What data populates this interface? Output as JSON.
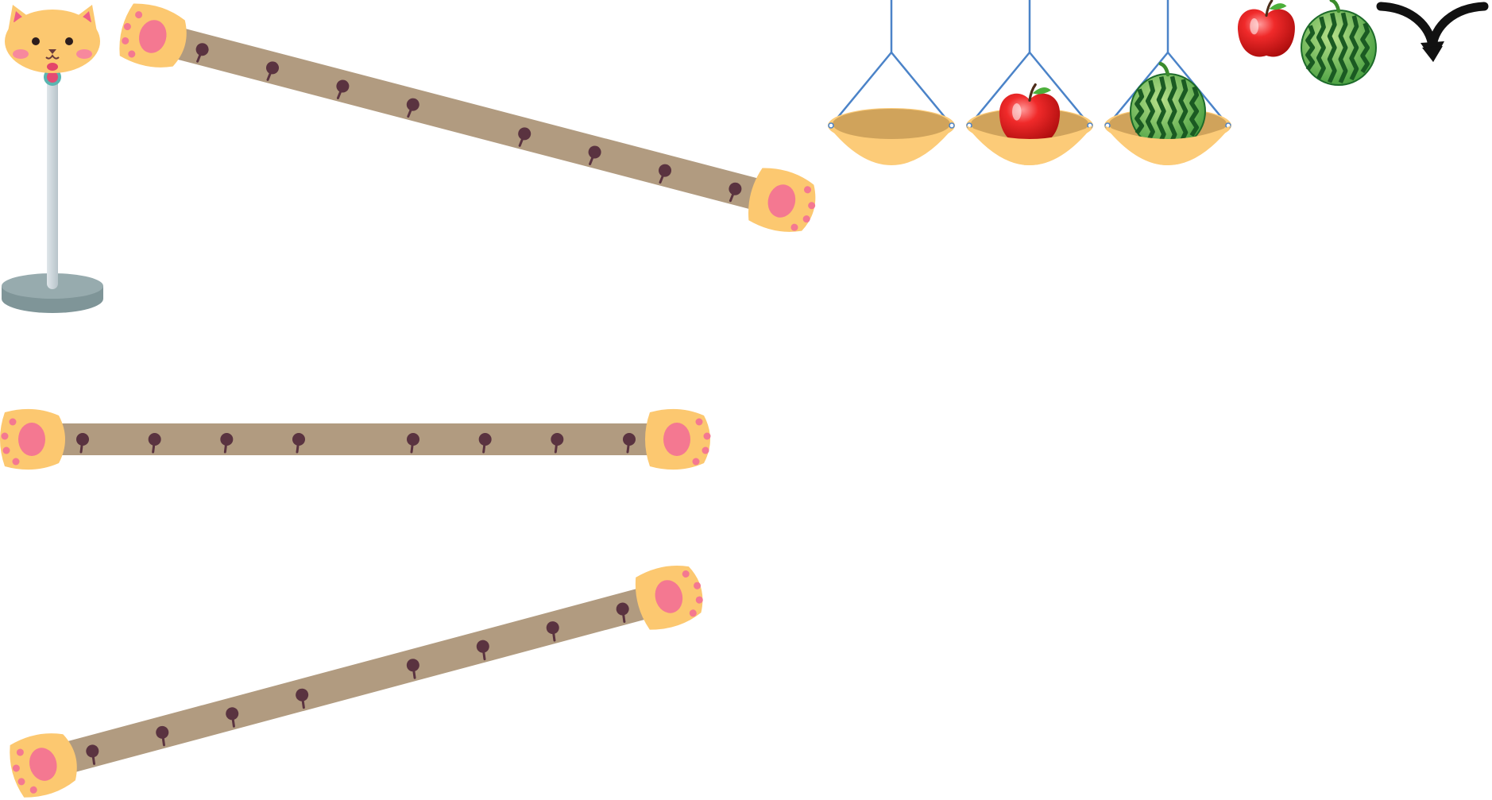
{
  "scene": {
    "type": "balance-beam-asset-sheet",
    "colors": {
      "background": "#ffffff",
      "beam": "#b19b80",
      "peg": "#5a3340",
      "paw": "#fcc870",
      "paw_pad": "#f47891",
      "cat_face": "#fcc870",
      "stand_pole": "#cbd5db",
      "stand_base": "#8ea3a6",
      "pan_outer": "#fccb78",
      "pan_inner": "#d0a35b",
      "strings": "#4b83c8",
      "apple": "#e21b1b",
      "watermelon": "#2e8f3c",
      "arrow": "#111111"
    }
  },
  "beams": [
    {
      "id": "beam-tilted-right-down",
      "tilt": "right-down",
      "pegs_per_side": 4
    },
    {
      "id": "beam-level",
      "tilt": "level",
      "pegs_per_side": 4
    },
    {
      "id": "beam-tilted-left-down",
      "tilt": "left-down",
      "pegs_per_side": 4
    }
  ],
  "pans": [
    {
      "id": "pan-empty",
      "contents": ""
    },
    {
      "id": "pan-apple",
      "contents": "apple"
    },
    {
      "id": "pan-watermelon",
      "contents": "watermelon"
    }
  ],
  "weights": [
    {
      "id": "apple-weight",
      "kind": "apple"
    },
    {
      "id": "watermelon-weight",
      "kind": "watermelon"
    }
  ],
  "icons": {
    "stand": "cat-head-stand-icon",
    "arrows": "curved-arrows-icon"
  }
}
